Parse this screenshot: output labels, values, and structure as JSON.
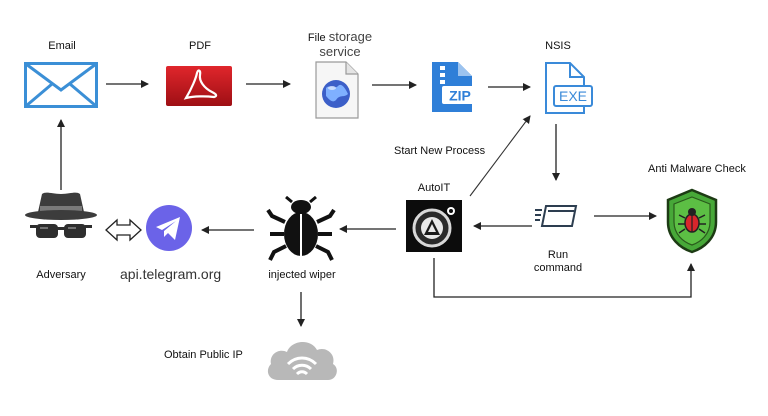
{
  "nodes": {
    "email": "Email",
    "pdf": "PDF",
    "file_storage_1": "File",
    "file_storage_2": "storage",
    "file_storage_3": "service",
    "nsis": "NSIS",
    "start_new_process": "Start New Process",
    "anti_malware_check": "Anti Malware Check",
    "autoit": "AutoIT",
    "run_command_1": "Run",
    "run_command_2": "command",
    "adversary": "Adversary",
    "api_telegram": "api.telegram.org",
    "injected_wiper": "injected wiper",
    "obtain_public_ip": "Obtain Public IP"
  },
  "icons": {
    "zip_text": "ZIP",
    "exe_text": "EXE"
  },
  "colors": {
    "email_blue": "#3b8fd6",
    "pdf_red": "#c8161d",
    "zip_blue": "#2f7fd8",
    "exe_blue": "#3a8ad9",
    "shield_green": "#47a838",
    "telegram_purple": "#6b63e8",
    "arrow": "#222222"
  }
}
